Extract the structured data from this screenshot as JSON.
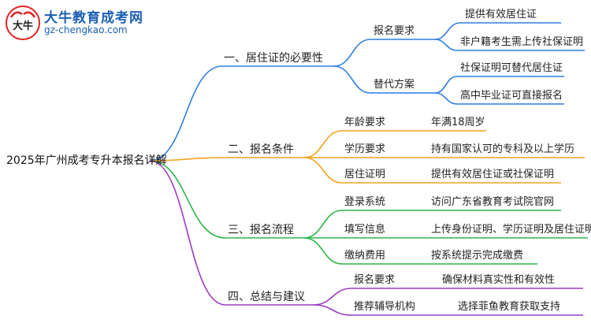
{
  "logo": {
    "title": "大牛教育成考网",
    "url": "gz-chengkao.com",
    "mark_text": "大牛"
  },
  "colors": {
    "blue": "#2f7fe0",
    "orange": "#f2a21a",
    "green": "#2cb84a",
    "purple": "#9b3cc2"
  },
  "root": {
    "label": "2025年广州成考专升本报名详解"
  },
  "branches": [
    {
      "label": "一、居住证的必要性",
      "color": "#2f7fe0",
      "children": [
        {
          "label": "报名要求",
          "children": [
            "提供有效居住证",
            "非户籍考生需上传社保证明"
          ]
        },
        {
          "label": "替代方案",
          "children": [
            "社保证明可替代居住证",
            "高中毕业证可直接报名"
          ]
        }
      ]
    },
    {
      "label": "二、报名条件",
      "color": "#f2a21a",
      "children": [
        {
          "label": "年龄要求",
          "children": [
            "年满18周岁"
          ]
        },
        {
          "label": "学历要求",
          "children": [
            "持有国家认可的专科及以上学历"
          ]
        },
        {
          "label": "居住证明",
          "children": [
            "提供有效居住证或社保证明"
          ]
        }
      ]
    },
    {
      "label": "三、报名流程",
      "color": "#2cb84a",
      "children": [
        {
          "label": "登录系统",
          "children": [
            "访问广东省教育考试院官网"
          ]
        },
        {
          "label": "填写信息",
          "children": [
            "上传身份证明、学历证明及居住证明"
          ]
        },
        {
          "label": "缴纳费用",
          "children": [
            "按系统提示完成缴费"
          ]
        }
      ]
    },
    {
      "label": "四、总结与建议",
      "color": "#9b3cc2",
      "children": [
        {
          "label": "报名要求",
          "children": [
            "确保材料真实性和有效性"
          ]
        },
        {
          "label": "推荐辅导机构",
          "children": [
            "选择菲鱼教育获取支持"
          ]
        }
      ]
    }
  ]
}
